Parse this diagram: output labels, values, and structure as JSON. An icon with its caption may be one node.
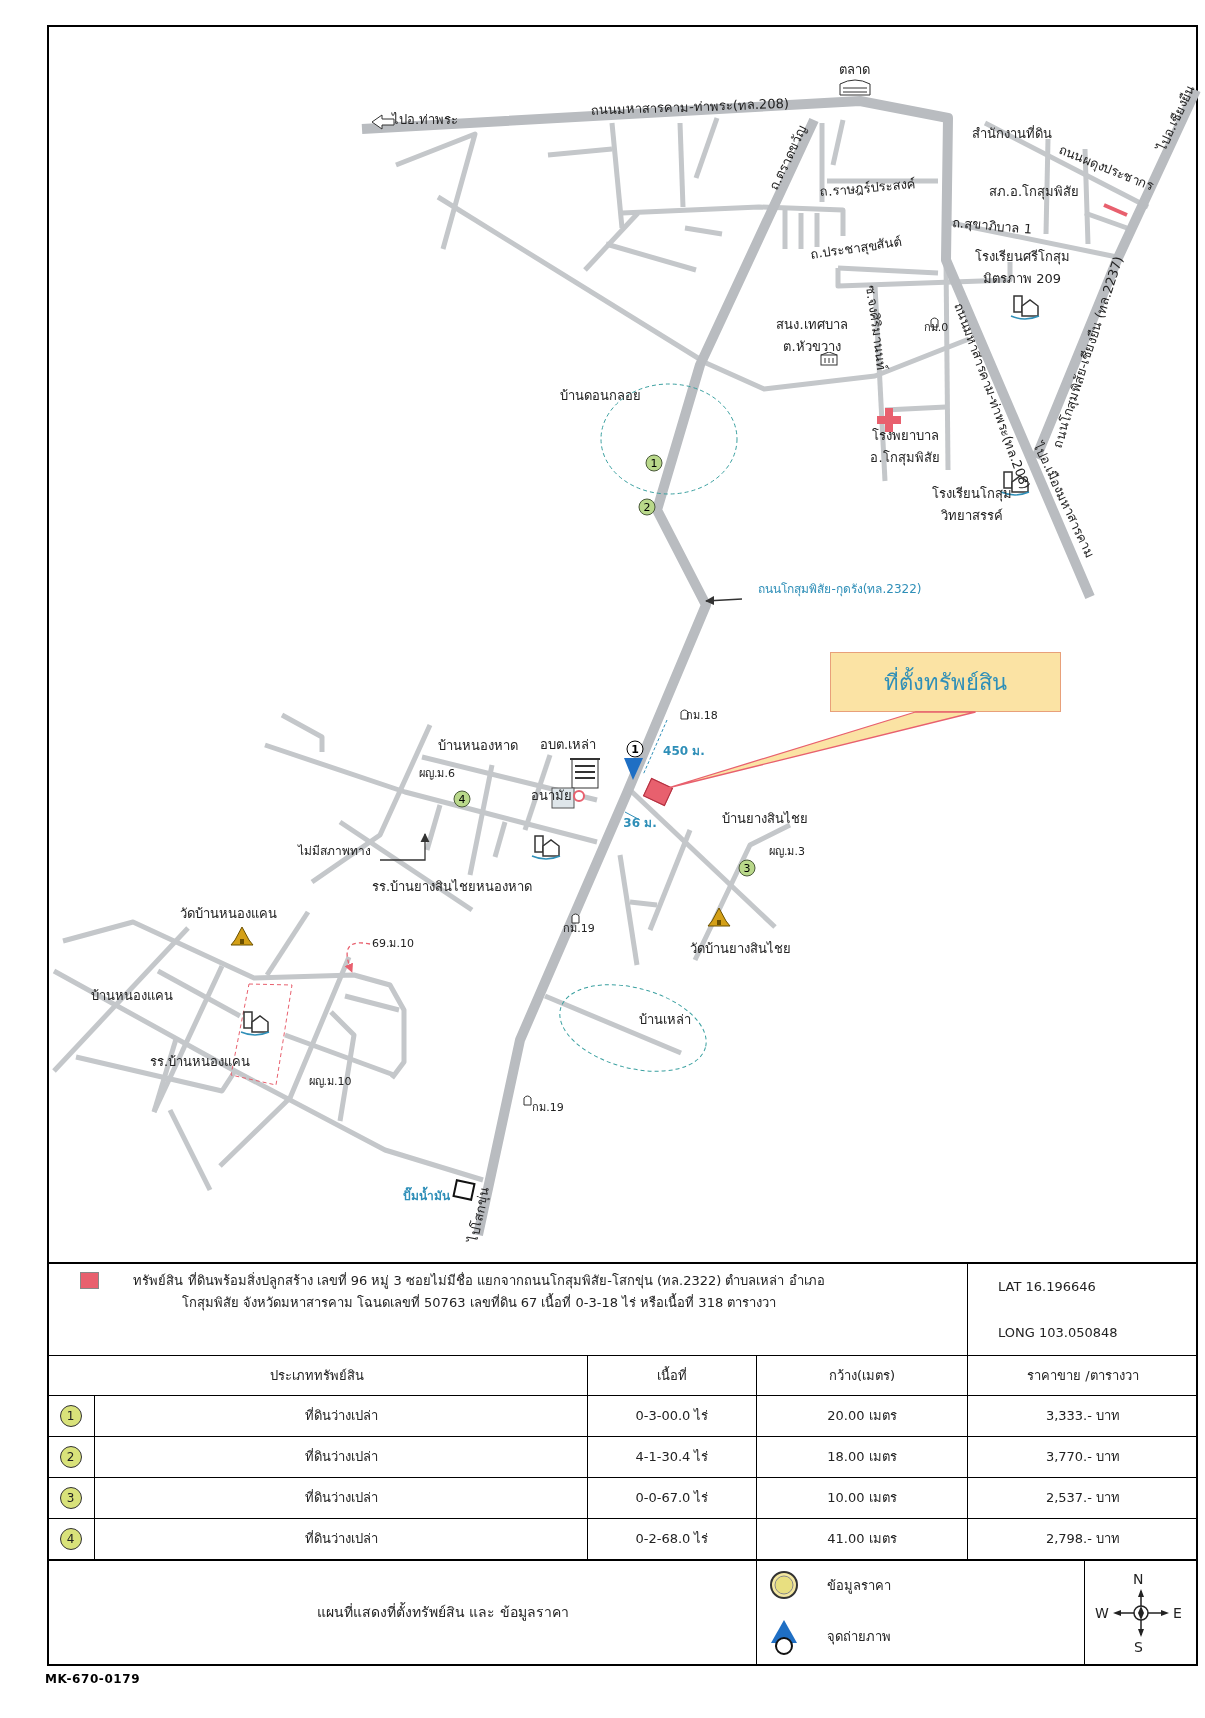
{
  "diagram": {
    "nodes": [
      {
        "text": [
          "ที่ตั้งทรัพย์สิน"
        ]
      },
      {
        "text": [],
        "shape": "box"
      },
      {
        "text": [
          "ถนนโกสุมพิสัย-กุดรัง(ทล.2322)"
        ]
      },
      {
        "text": [
          "ไม่มีสภาพทาง"
        ]
      },
      {
        "text": [
          "69.ม.10"
        ]
      }
    ],
    "edges": [
      {
        "from": 0,
        "to": 1,
        "arrow": "none",
        "color": "#e8606e"
      },
      {
        "from": 2,
        "to": null,
        "arrow": "to"
      },
      {
        "from": 3,
        "to": null,
        "arrow": "to"
      },
      {
        "from": 4,
        "to": null,
        "arrow": "to",
        "style": "dashed",
        "color": "#e8606e"
      }
    ],
    "labels": [
      "ตลาด",
      "ไปอ.ท่าพระ",
      "ถนนมหาสารคาม-ท่าพระ(ทล.208)",
      "ถ.ตราดขวัญ",
      "สำนักงานที่ดิน",
      "ถนนผดุงประชากร",
      "ไปอ.เชียงยืน",
      "ถ.ราษฎร์ประสงค์",
      "สภ.อ.โกสุมพิสัย",
      "ถ.สุขาภิบาล 1",
      "ถ.ประชาสุขสันต์",
      "โรงเรียนศรีโกสุมมิตรภาพ 209",
      "ถนนมหาสารคาม-ท่าพระ(ทล.208)",
      "ถนนโกสุมพิสัย-เชียงยืน (ทล.2237)",
      "สนง.เทศบาล ต.หัวขวาง",
      "ซ.จงศิริมานนท์",
      "กม.0",
      "บ้านดอนกลอย",
      "โรงพยาบาล อ.โกสุมพิสัย",
      "โรงเรียนโกสุมวิทยาสรรค์",
      "ไปอ.เมืองมหาสารคาม",
      "1",
      "2",
      "กม.18",
      "450 ม.",
      "บ้านหนองหาด",
      "อบต.เหล่า",
      "1",
      "ผญ.ม.6",
      "4",
      "อนามัย",
      "36 ม.",
      "บ้านยางสินไชย",
      "ผญ.ม.3",
      "3",
      "รร.บ้านยางสินไชยหนองหาด",
      "กม.19",
      "วัดบ้านยางสินไชย",
      "วัดบ้านหนองแคน",
      "บ้านหนองแคน",
      "บ้านเหล่า",
      "รร.บ้านหนองแคน",
      "ผญ.ม.10",
      "กม.19",
      "ปั๊มน้ำมัน",
      "ไปโสกขุ่น",
      "LAT 16.196646",
      "LONG 103.050848",
      "ประเภททรัพย์สิน",
      "เนื้อที่",
      "กว้าง(เมตร)",
      "ราคาขาย /ตารางวา",
      "1",
      "ที่ดินว่างเปล่า",
      "0-3-00.0 ไร่",
      "20.00 เมตร",
      "3,333.- บาท",
      "2",
      "ที่ดินว่างเปล่า",
      "4-1-30.4 ไร่",
      "18.00 เมตร",
      "3,770.- บาท",
      "3",
      "ที่ดินว่างเปล่า",
      "0-0-67.0 ไร่",
      "10.00 เมตร",
      "2,537.- บาท",
      "4",
      "ที่ดินว่างเปล่า",
      "0-2-68.0 ไร่",
      "41.00 เมตร",
      "2,798.- บาท",
      "แผนที่แสดงที่ตั้งทรัพย์สิน และ ข้อมูลราคา",
      "N",
      "W",
      "E",
      "S",
      "MK-670-0179"
    ],
    "legend": [
      {
        "text": "ทรัพย์สิน ที่ดินพร้อมสิ่งปลูกสร้าง เลขที่ 96 หมู่ 3 ซอยไม่มีชื่อ แยกจากถนนโกสุมพิสัย-โสกขุ่น (ทล.2322) ตำบลเหล่า อำเภอโกสุมพิสัย จังหวัดมหาสารคาม โฉนดเลขที่ 50763 เลขที่ดิน 67 เนื้อที่ 0-3-18 ไร่ หรือเนื้อที่ 318 ตารางวา",
        "color": "#e8606e"
      },
      {
        "text": "ข้อมูลราคา"
      },
      {
        "text": "จุดถ่ายภาพ"
      }
    ]
  }
}
